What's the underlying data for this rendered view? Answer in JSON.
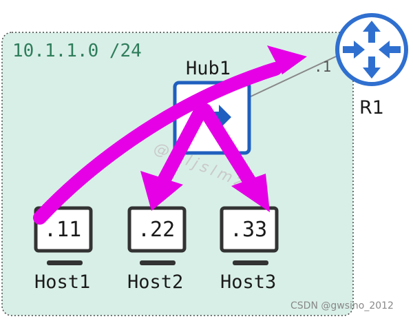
{
  "subnet": {
    "label": "10.1.1.0 /24"
  },
  "hub": {
    "label": "Hub1"
  },
  "router": {
    "label": "R1",
    "interface_label": ".1"
  },
  "hosts": [
    {
      "ip": ".11",
      "label": "Host1"
    },
    {
      "ip": ".22",
      "label": "Host2"
    },
    {
      "ip": ".33",
      "label": "Host3"
    }
  ],
  "watermark": "@wljslmz",
  "credit": "CSDN @gwsino_2012",
  "colors": {
    "subnet_fill": "#d8efe7",
    "subnet_border": "#444444",
    "flow_arrow": "#e600e6",
    "router": "#2f6fcf",
    "hub": "#1f5fbf"
  }
}
